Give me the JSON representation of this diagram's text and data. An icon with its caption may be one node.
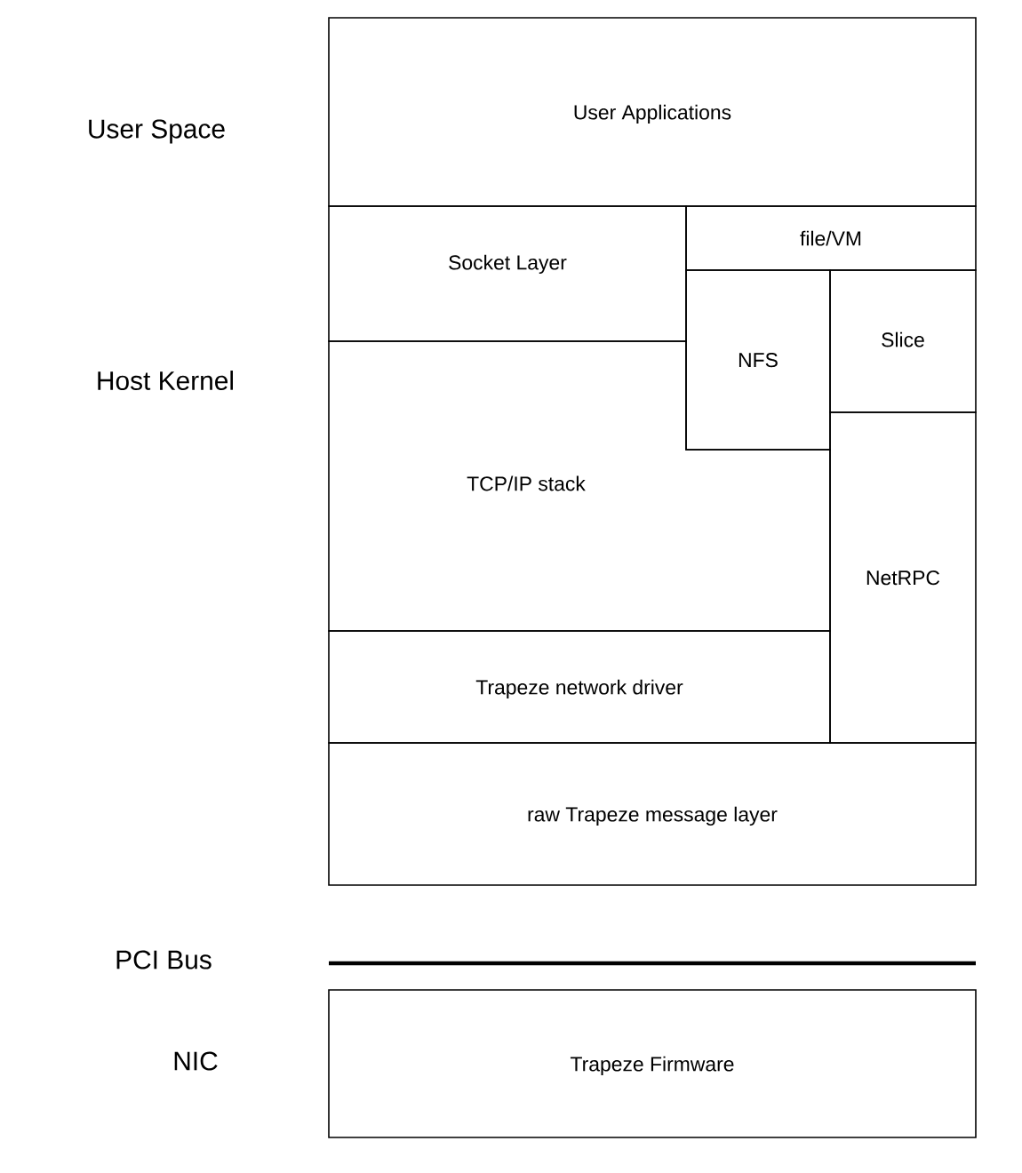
{
  "diagram": {
    "nodes": [
      {
        "text": [
          "User Applications"
        ]
      },
      {
        "text": [
          "Socket Layer"
        ]
      },
      {
        "text": [
          "file/VM"
        ]
      },
      {
        "text": [
          "NFS"
        ]
      },
      {
        "text": [
          "Slice"
        ]
      },
      {
        "text": [
          "TCP/IP stack"
        ]
      },
      {
        "text": [
          "NetRPC"
        ]
      },
      {
        "text": [
          "Trapeze network driver"
        ]
      },
      {
        "text": [
          "raw Trapeze message layer"
        ]
      },
      {
        "text": [
          "Trapeze Firmware"
        ]
      }
    ],
    "labels": [
      "User Space",
      "Host Kernel",
      "PCI Bus",
      "NIC"
    ]
  }
}
